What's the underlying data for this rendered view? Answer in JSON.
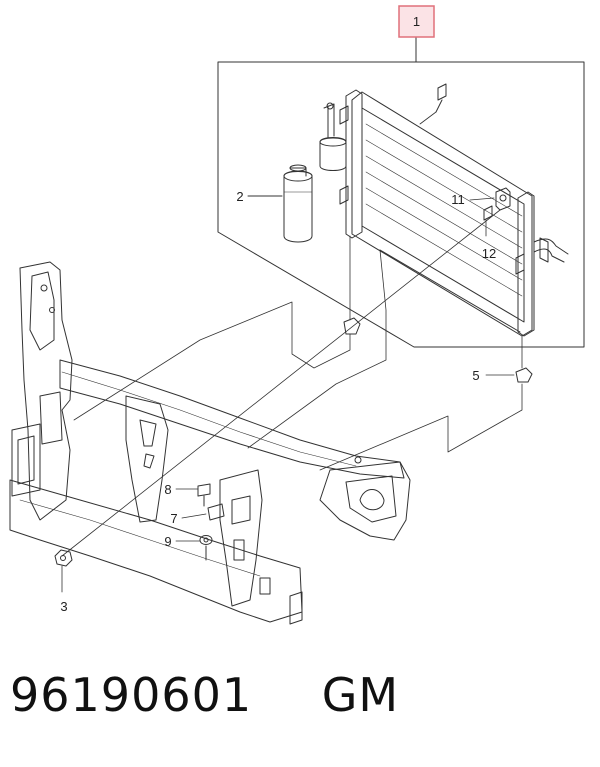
{
  "callouts": {
    "c1": "1",
    "c2": "2",
    "c3": "3",
    "c5": "5",
    "c7": "7",
    "c8": "8",
    "c9": "9",
    "c11": "11",
    "c12": "12"
  },
  "caption": {
    "part_number": "96190601",
    "brand": "GM"
  },
  "colors": {
    "line": "#333333",
    "highlight_box": "#e0707a",
    "highlight_fill": "#fbe3e6"
  }
}
